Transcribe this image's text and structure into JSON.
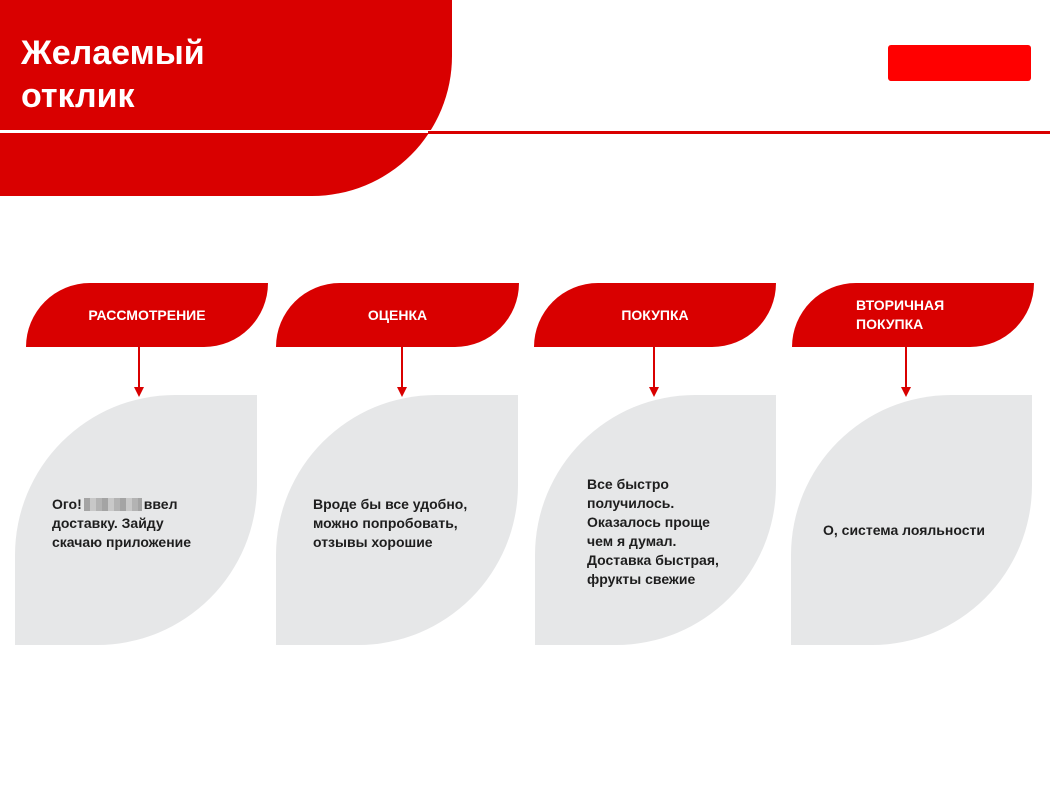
{
  "header": {
    "title_line1": "Желаемый",
    "title_line2": "отклик",
    "accent_color": "#d90000",
    "button_color": "#ff0000"
  },
  "stages": [
    {
      "label": "РАССМОТРЕНИЕ"
    },
    {
      "label": "ОЦЕНКА"
    },
    {
      "label_line1": "ПОКУПКА"
    },
    {
      "label_line1": "ВТОРИЧНАЯ",
      "label_line2": "ПОКУПКА"
    }
  ],
  "responses": [
    {
      "line1_before": "Ого!",
      "line1_after": "ввел",
      "line2": "доставку. Зайду",
      "line3": "скачаю приложение"
    },
    {
      "line1": "Вроде бы все удобно,",
      "line2": "можно попробовать,",
      "line3": "отзывы хорошие"
    },
    {
      "line1": "Все быстро",
      "line2": "получилось.",
      "line3": "Оказалось проще",
      "line4": "чем я думал.",
      "line5": "Доставка быстрая,",
      "line6": "фрукты свежие"
    },
    {
      "line1": "О, система лояльности"
    }
  ],
  "colors": {
    "leaf_fill": "#e6e7e8",
    "text": "#1e1e1e"
  }
}
